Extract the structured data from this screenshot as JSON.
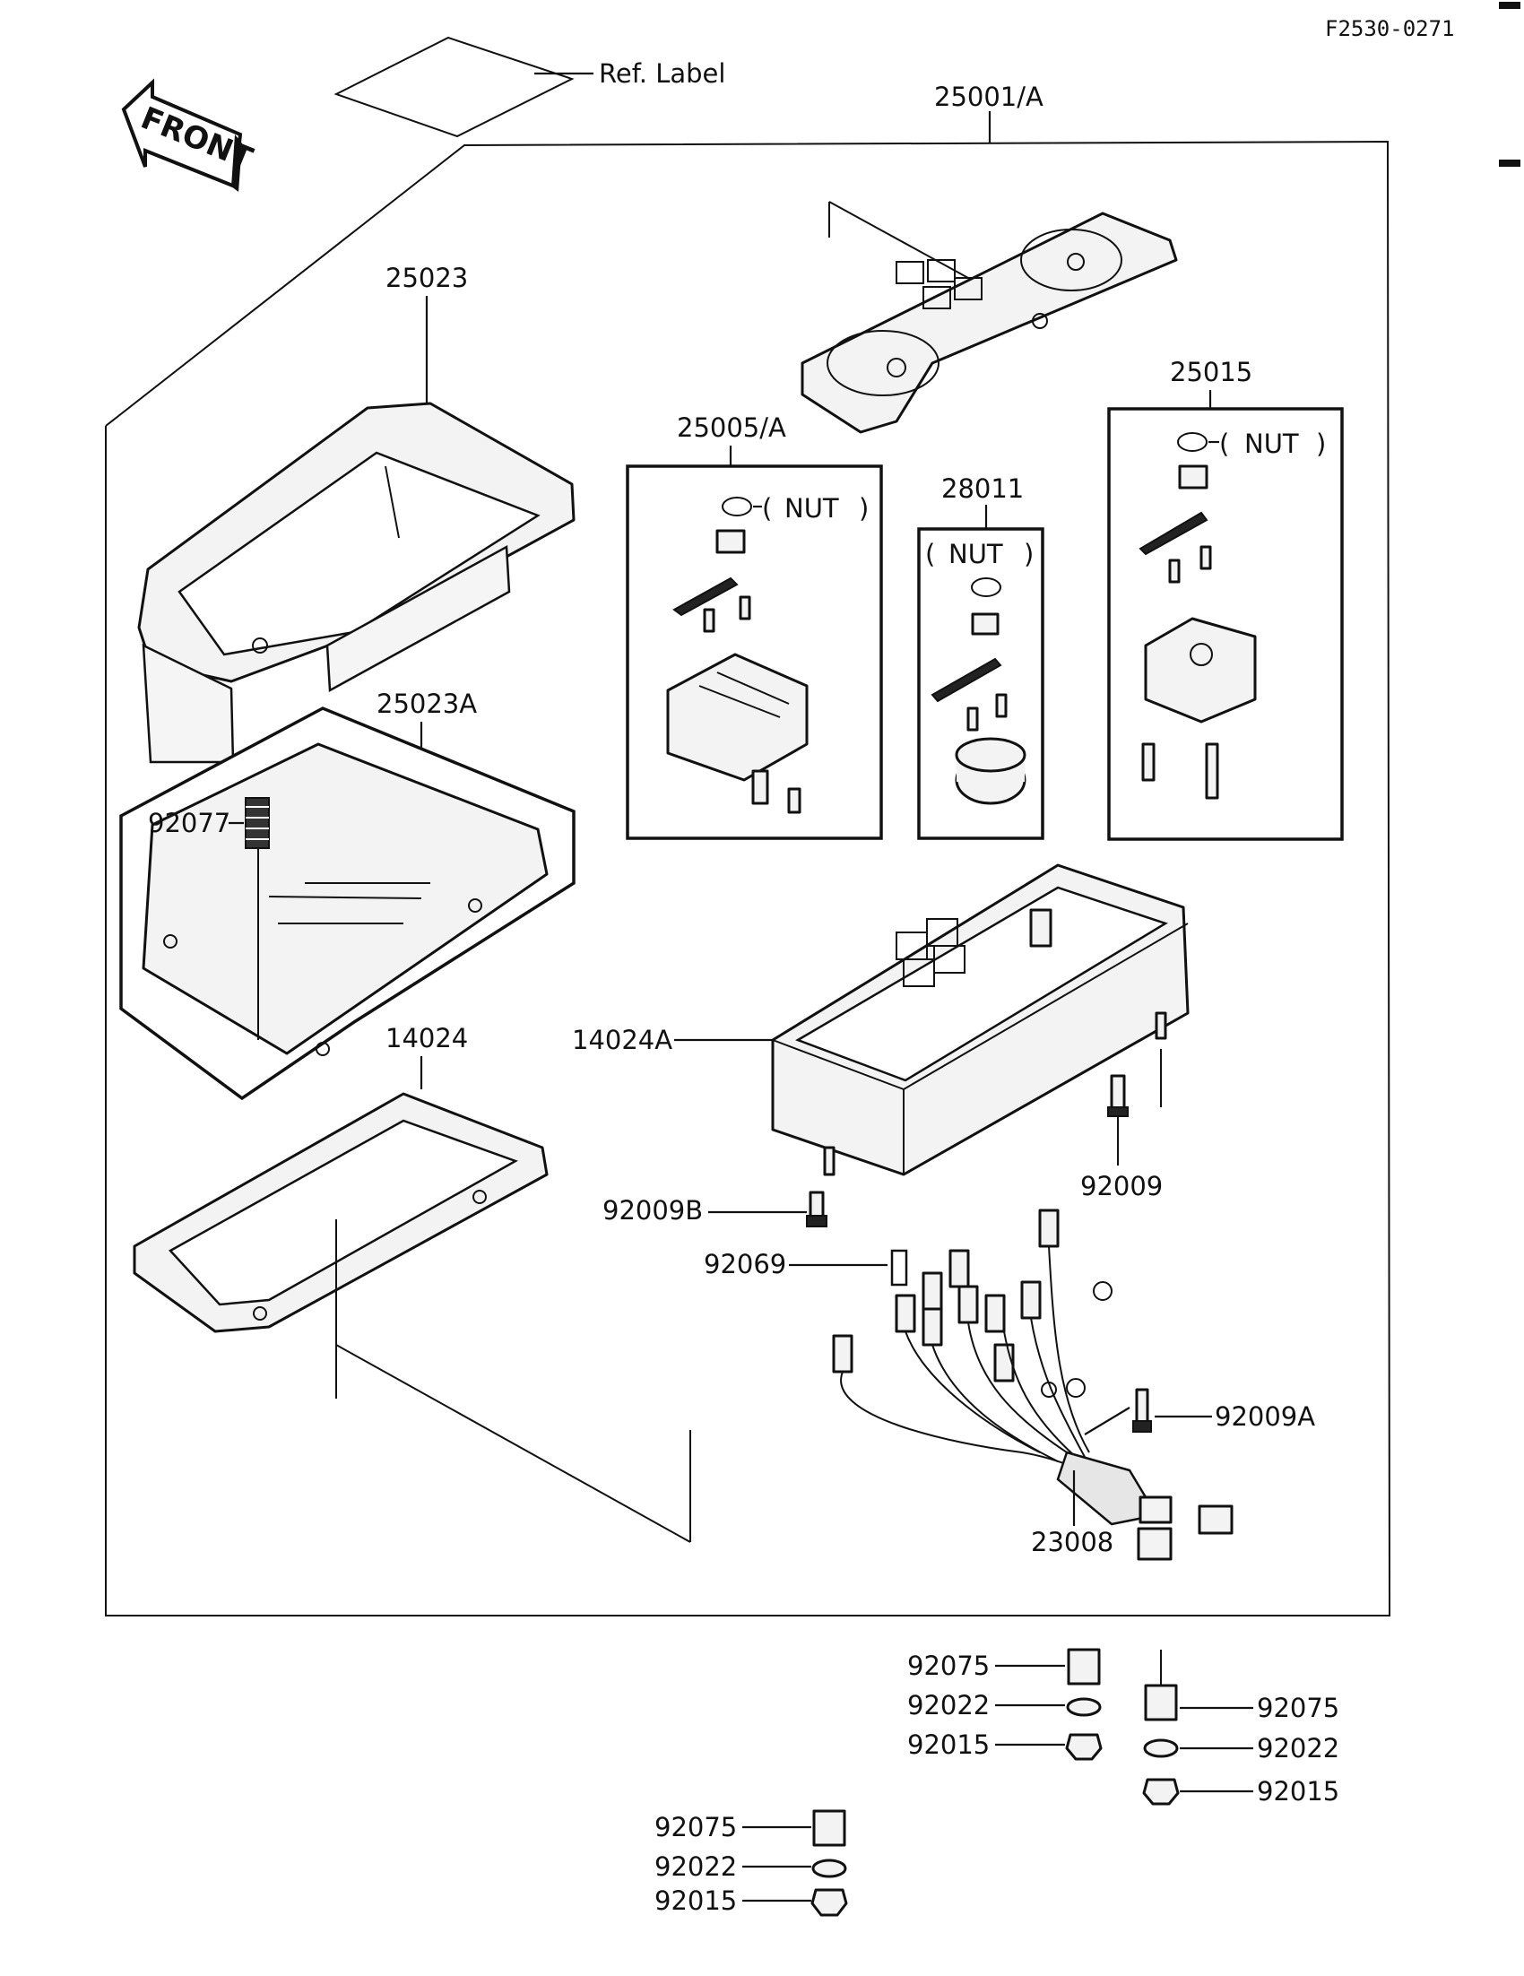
{
  "drawing_code": "F2530-0271",
  "front_arrow": "FRONT",
  "ref_label": "Ref. Label",
  "nut": "NUT",
  "parts": {
    "p25001A": "25001/A",
    "p25023": "25023",
    "p25023A": "25023A",
    "p92077": "92077",
    "p14024": "14024",
    "p14024A": "14024A",
    "p25005A": "25005/A",
    "p28011": "28011",
    "p25015": "25015",
    "p92009": "92009",
    "p92009A": "92009A",
    "p92009B": "92009B",
    "p92069": "92069",
    "p23008": "23008",
    "p92075": "92075",
    "p92022": "92022",
    "p92015": "92015"
  }
}
